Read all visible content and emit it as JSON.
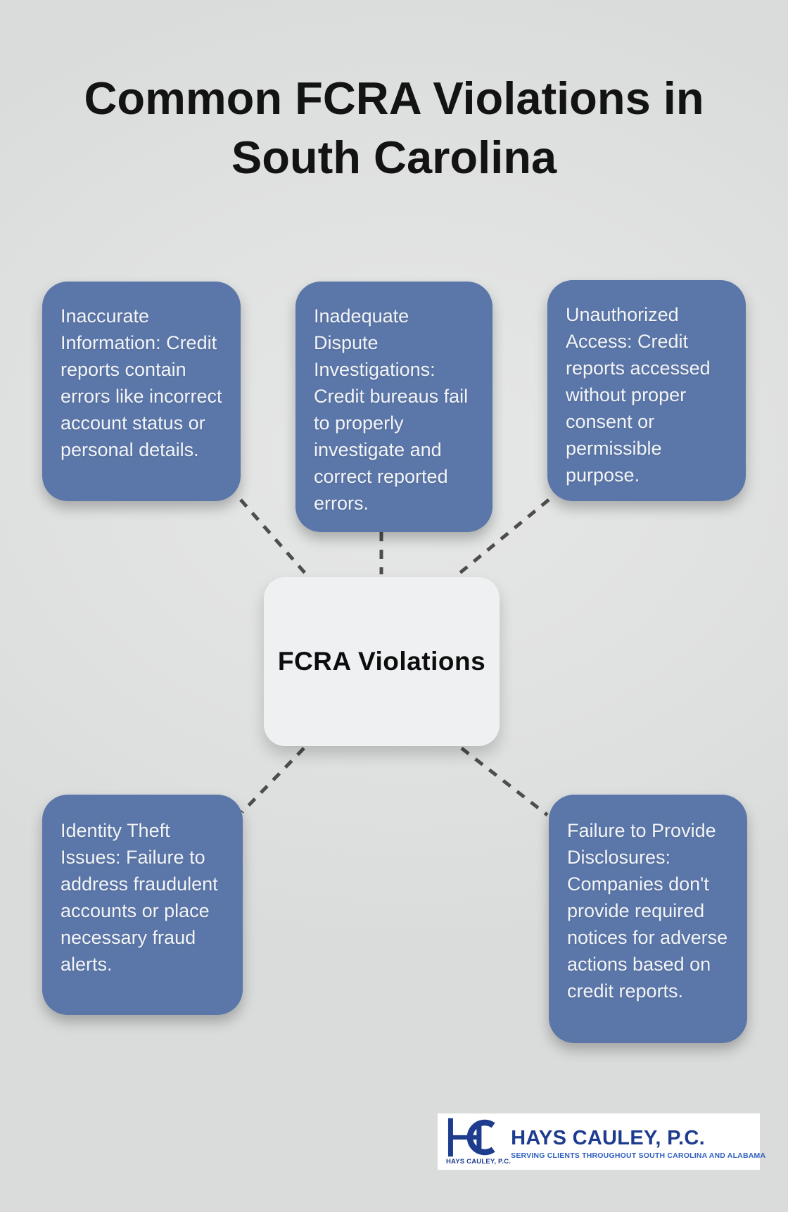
{
  "title": {
    "line1": "Common FCRA Violations in",
    "line2": "South Carolina"
  },
  "center_node": {
    "label": "FCRA Violations"
  },
  "nodes": [
    {
      "id": "inaccurate-information",
      "text": "Inaccurate Information: Credit reports contain errors like incorrect account status or personal details."
    },
    {
      "id": "inadequate-dispute-investigations",
      "text": "Inadequate Dispute Investigations: Credit bureaus fail to properly investigate and correct reported errors."
    },
    {
      "id": "unauthorized-access",
      "text": "Unauthorized Access: Credit reports accessed without proper consent or permissible purpose."
    },
    {
      "id": "identity-theft-issues",
      "text": "Identity Theft Issues: Failure to address fraudulent accounts or place necessary fraud alerts."
    },
    {
      "id": "failure-to-provide-disclosures",
      "text": "Failure to Provide Disclosures: Companies don't provide required notices for adverse actions based on credit reports."
    }
  ],
  "logo": {
    "monogram": "HC",
    "monogram_caption": "HAYS CAULEY, P.C.",
    "name": "HAYS CAULEY, P.C.",
    "tagline": "SERVING CLIENTS THROUGHOUT SOUTH CAROLINA AND ALABAMA"
  },
  "colors": {
    "background": "#e0e1e1",
    "node_blue": "#5b76a8",
    "node_text": "#f2f5f8",
    "center_node_bg": "#eef0f2",
    "connector_gray": "#4d4d4d",
    "title_black": "#131313",
    "logo_navy": "#1e3c8e",
    "logo_tagline_blue": "#2e5fc0",
    "logo_bg": "#ffffff"
  }
}
